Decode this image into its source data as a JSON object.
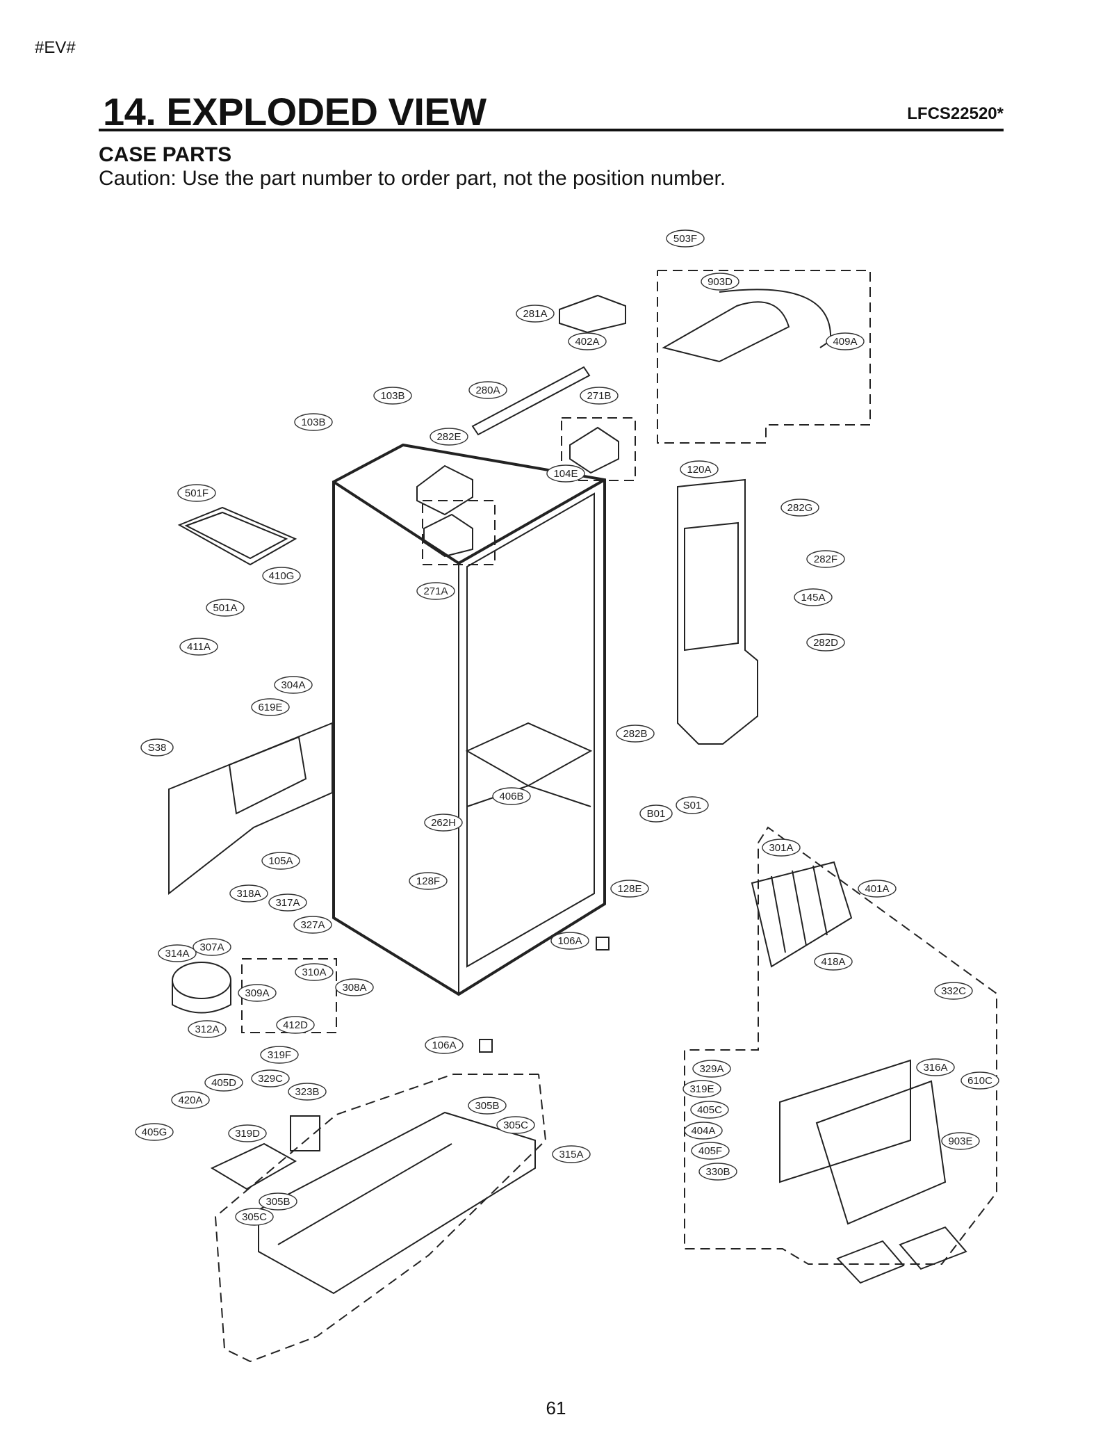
{
  "header": {
    "tag": "#EV#",
    "title": "14. EXPLODED VIEW",
    "model": "LFCS22520*",
    "section": "CASE PARTS",
    "caution": "Caution: Use the part number to order part, not the position number."
  },
  "parts": [
    "503F",
    "903D",
    "409A",
    "281A",
    "402A",
    "103B",
    "280A",
    "271B",
    "103B",
    "282E",
    "104E",
    "120A",
    "282G",
    "501F",
    "271A",
    "282F",
    "410G",
    "145A",
    "501A",
    "282D",
    "411A",
    "304A",
    "619E",
    "S38",
    "282B",
    "406B",
    "S01",
    "B01",
    "262H",
    "301A",
    "105A",
    "401A",
    "128F",
    "128E",
    "318A",
    "317A",
    "327A",
    "106A",
    "418A",
    "314A",
    "307A",
    "310A",
    "308A",
    "309A",
    "332C",
    "412D",
    "312A",
    "106A",
    "319F",
    "329A",
    "316A",
    "405D",
    "329C",
    "610C",
    "323B",
    "319E",
    "420A",
    "305B",
    "405C",
    "405G",
    "319D",
    "305C",
    "404A",
    "315A",
    "903E",
    "405F",
    "330B",
    "305B",
    "305C"
  ],
  "footer": {
    "page": "61"
  }
}
